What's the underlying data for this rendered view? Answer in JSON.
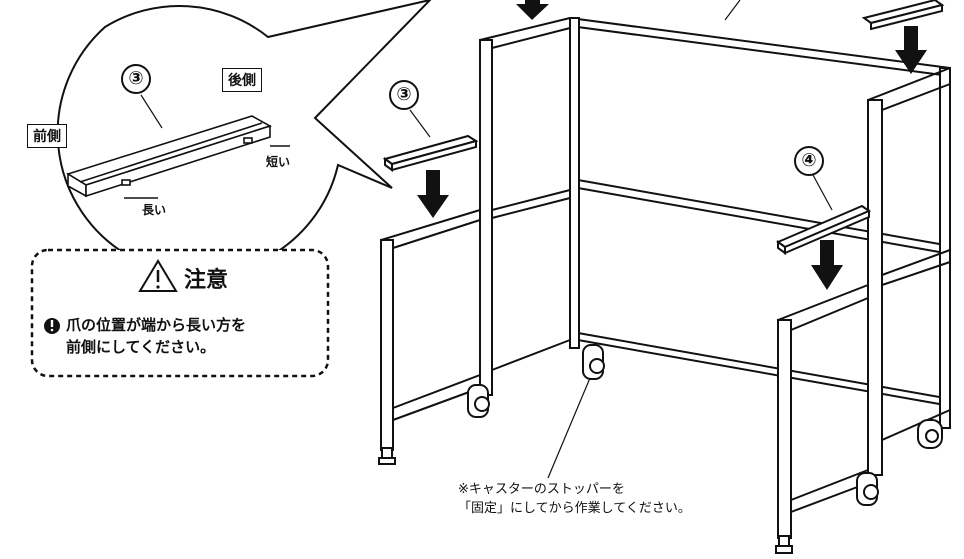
{
  "callout": {
    "part_number": "③",
    "rear_label": "後側",
    "front_label": "前側",
    "short_label": "短い",
    "long_label": "長い"
  },
  "caution": {
    "title": "注意",
    "body": "爪の位置が端から長い方を\n前側にしてください。"
  },
  "parts": {
    "left_part_number": "③",
    "right_part_number": "④"
  },
  "caster_note": "※キャスターのストッパーを\n「固定」にしてから作業してください。"
}
